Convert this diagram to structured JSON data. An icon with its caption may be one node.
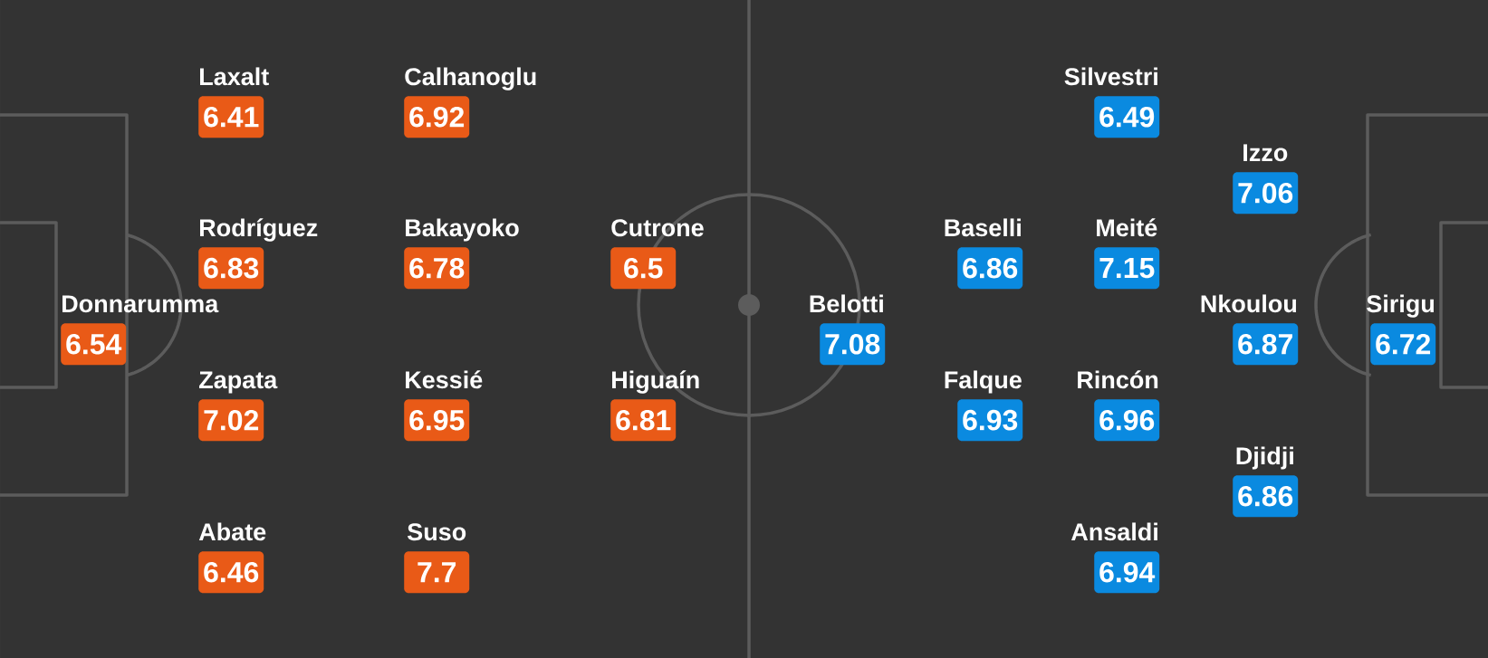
{
  "diagram": {
    "nodes": [
      {
        "text": [
          "Donnarumma",
          "6.54"
        ]
      },
      {
        "text": [
          "Laxalt",
          "6.41"
        ]
      },
      {
        "text": [
          "Rodríguez",
          "6.83"
        ]
      },
      {
        "text": [
          "Zapata",
          "7.02"
        ]
      },
      {
        "text": [
          "Abate",
          "6.46"
        ]
      },
      {
        "text": [
          "Calhanoglu",
          "6.92"
        ]
      },
      {
        "text": [
          "Bakayoko",
          "6.78"
        ]
      },
      {
        "text": [
          "Kessié",
          "6.95"
        ]
      },
      {
        "text": [
          "Suso",
          "7.7"
        ]
      },
      {
        "text": [
          "Cutrone",
          "6.5"
        ]
      },
      {
        "text": [
          "Higuaín",
          "6.81"
        ]
      },
      {
        "text": [
          "Belotti",
          "7.08"
        ]
      },
      {
        "text": [
          "Baselli",
          "6.86"
        ]
      },
      {
        "text": [
          "Falque",
          "6.93"
        ]
      },
      {
        "text": [
          "Silvestri",
          "6.49"
        ]
      },
      {
        "text": [
          "Meité",
          "7.15"
        ]
      },
      {
        "text": [
          "Rincón",
          "6.96"
        ]
      },
      {
        "text": [
          "Ansaldi",
          "6.94"
        ]
      },
      {
        "text": [
          "Izzo",
          "7.06"
        ]
      },
      {
        "text": [
          "Nkoulou",
          "6.87"
        ]
      },
      {
        "text": [
          "Djidji",
          "6.86"
        ]
      },
      {
        "text": [
          "Sirigu",
          "6.72"
        ]
      }
    ]
  }
}
